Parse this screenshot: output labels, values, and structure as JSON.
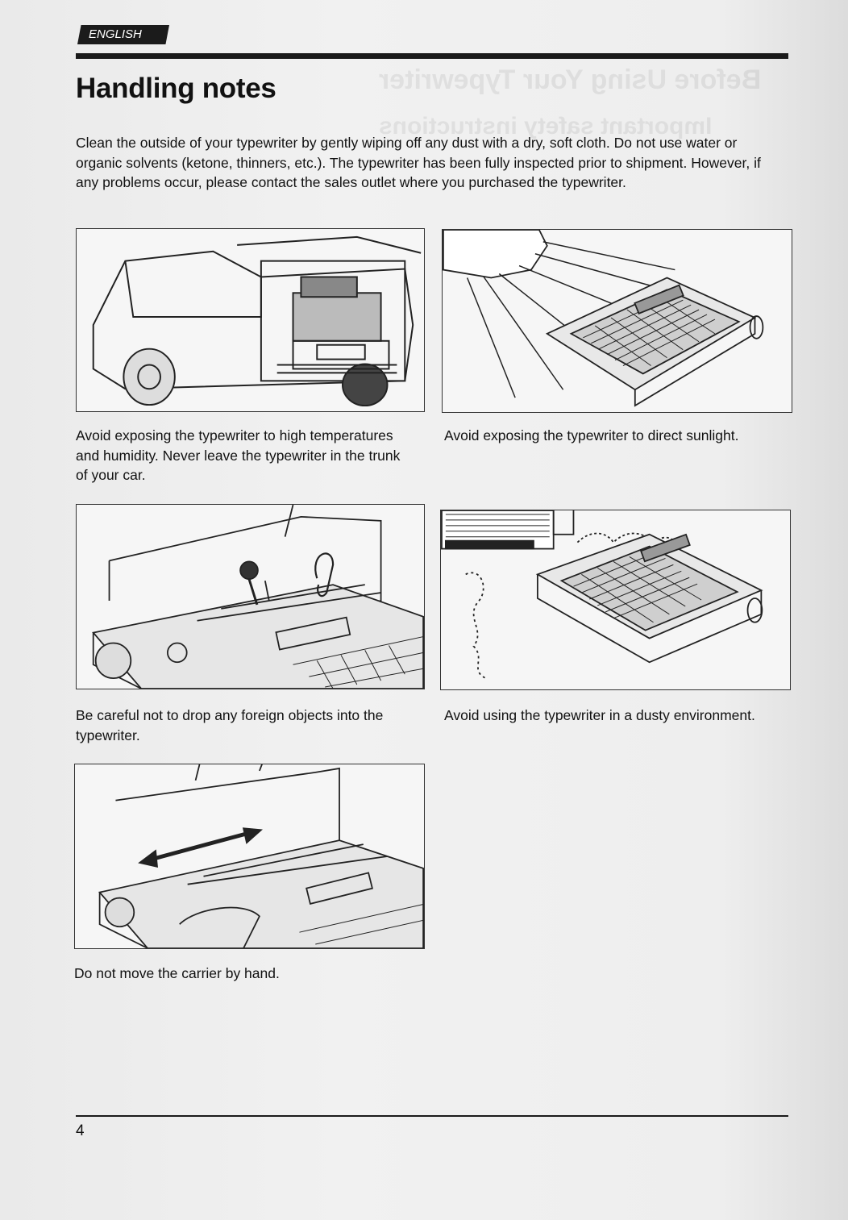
{
  "header": {
    "language_tag": "ENGLISH",
    "title": "Handling notes"
  },
  "intro": "Clean the outside of your typewriter by gently wiping off any dust with a dry, soft cloth. Do not use water or organic solvents (ketone, thinners, etc.). The typewriter has been fully inspected prior to shipment. However, if any problems occur, please contact the sales outlet where you purchased the typewriter.",
  "figures": [
    {
      "caption": "Avoid exposing the typewriter to high temperatures and humidity. Never leave the typewriter in the trunk of your car.",
      "icon": "car-trunk-illustration"
    },
    {
      "caption": "Avoid exposing the typewriter to direct sunlight.",
      "icon": "sunlight-illustration"
    },
    {
      "caption": "Be careful not to drop any foreign objects into the typewriter.",
      "icon": "foreign-objects-illustration"
    },
    {
      "caption": "Avoid using the typewriter in a dusty environment.",
      "icon": "dusty-environment-illustration"
    },
    {
      "caption": "Do not move the carrier by hand.",
      "icon": "carrier-illustration"
    }
  ],
  "footer": {
    "page_number": "4"
  }
}
